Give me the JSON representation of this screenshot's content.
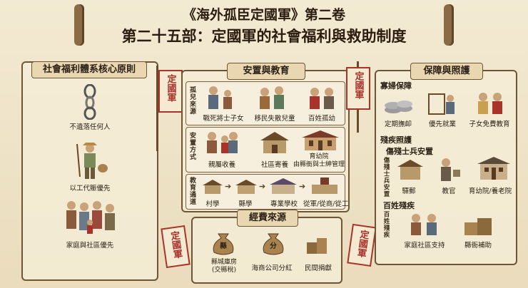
{
  "header": {
    "title": "《海外孤臣定國軍》第二卷",
    "subtitle": "第二十五部：定國軍的社會福利與救助制度"
  },
  "flags": {
    "banner_text": "定國軍"
  },
  "core": {
    "title": "社會福利體系核心原則",
    "items": [
      "不遺落任何人",
      "以工代賑優先",
      "家庭與社區優先"
    ]
  },
  "education": {
    "title": "安置與教育",
    "orphan_source_label": "孤兒來源",
    "orphan_sources": [
      "戰死將士子女",
      "移民失散兒童",
      "百姓孤幼"
    ],
    "placement_label": "安置方式",
    "placements": [
      "親屬收養",
      "社區寄養",
      "育幼院\n由縣衙與士紳管理"
    ],
    "edu_path_label": "教育通道",
    "edu_path": [
      "村學",
      "縣學",
      "專業學校",
      "從軍/從商/從工"
    ]
  },
  "funding": {
    "title": "經費來源",
    "items": [
      "縣城庫房\n(交縣稅)",
      "海商公司分紅",
      "民間捐獻"
    ],
    "bag1": "縣",
    "bag2": "分"
  },
  "protection": {
    "title": "保障與照護",
    "widow_label": "寡婦保障",
    "widow_items": [
      "定期撫卹",
      "優先就業",
      "子女免費教育"
    ],
    "disabled_label": "殘疾照護",
    "veteran_label": "傷殘士兵安置",
    "veteran_vert": "傷殘士兵安置",
    "veteran_items": [
      "驛郵",
      "教官",
      "育幼院/養老院"
    ],
    "civil_label": "百姓殘疾",
    "civil_vert": "百姓殘疾",
    "civil_items": [
      "家庭社區支持",
      "縣衙補助"
    ]
  }
}
